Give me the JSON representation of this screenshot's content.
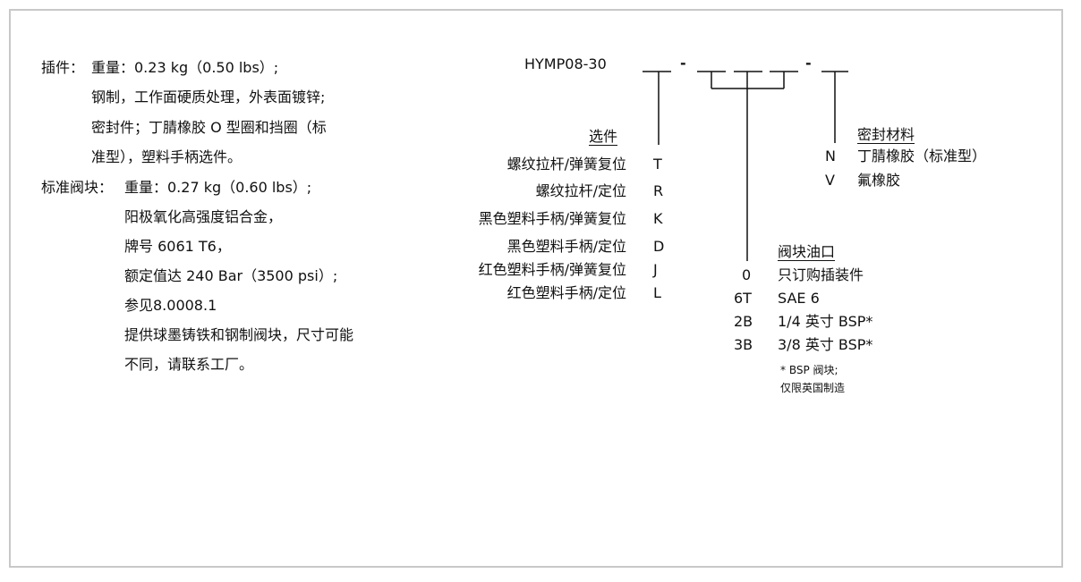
{
  "left": {
    "insert_label": "插件：",
    "insert_lines": [
      "重量：0.23 kg（0.50 lbs）;",
      "钢制，工作面硬质处理，外表面镀锌;",
      "密封件；丁腈橡胶 O 型圈和挡圈（标",
      "准型），塑料手柄选件。"
    ],
    "block_label": "标准阀块：",
    "block_lines": [
      "重量：0.27 kg（0.60 lbs）;",
      "阳极氧化高强度铝合金，",
      "牌号 6061 T6，",
      "额定值达 240 Bar（3500 psi）;",
      "参见8.0008.1",
      "提供球墨铸铁和钢制阀块，尺寸可能",
      "不同，请联系工厂。"
    ]
  },
  "model": {
    "code": "HYMP08-30",
    "dash1": "-",
    "dash2": "-"
  },
  "options": {
    "title": "选件",
    "items": [
      {
        "label": "螺纹拉杆/弹簧复位",
        "code": "T"
      },
      {
        "label": "螺纹拉杆/定位",
        "code": "R"
      },
      {
        "label": "黑色塑料手柄/弹簧复位",
        "code": "K"
      },
      {
        "label": "黑色塑料手柄/定位",
        "code": "D"
      },
      {
        "label": "红色塑料手柄/弹簧复位",
        "code": "J"
      },
      {
        "label": "红色塑料手柄/定位",
        "code": "L"
      }
    ]
  },
  "ports": {
    "title": "阀块油口",
    "items": [
      {
        "code": "0",
        "label": "只订购插装件"
      },
      {
        "code": "6T",
        "label": "SAE 6"
      },
      {
        "code": "2B",
        "label": "1/4 英寸 BSP*"
      },
      {
        "code": "3B",
        "label": "3/8 英寸 BSP*"
      }
    ],
    "note_line1": "* BSP 阀块;",
    "note_line2": "仅限英国制造"
  },
  "seals": {
    "title": "密封材料",
    "items": [
      {
        "code": "N",
        "label": "丁腈橡胶（标准型）"
      },
      {
        "code": "V",
        "label": "氟橡胶"
      }
    ]
  }
}
